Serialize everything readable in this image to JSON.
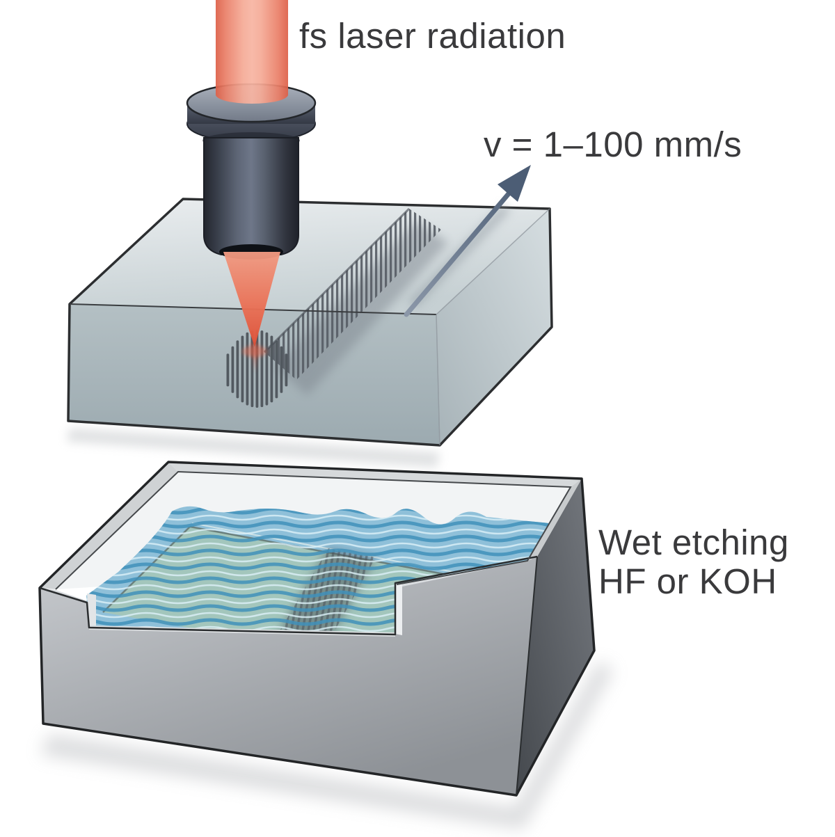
{
  "labels": {
    "laser_beam": "fs laser radiation",
    "scan_velocity": "v = 1–100 mm/s",
    "etching_line1": "Wet etching",
    "etching_line2": "HF or KOH"
  },
  "process": {
    "step1": {
      "name": "fs-laser-direct-writing",
      "caption": "fs laser radiation",
      "annotation": "v = 1–100 mm/s"
    },
    "step2": {
      "name": "wet-etching-bath",
      "caption_line1": "Wet etching",
      "caption_line2": "HF or KOH"
    }
  },
  "colors": {
    "laser_beam": "#e8664d",
    "laser_cone": "#e2573f",
    "lens_body": "#3f4450",
    "glass_block_top": "#dbe2e4",
    "glass_block_front": "#a9b6ba",
    "etchant": "#4190ba",
    "etchant_light": "#dcf0f8",
    "submerged_sample": "#a4c6ba",
    "tank_front": "#a8acb0",
    "tank_right": "#5c6065",
    "arrow": "#56677d",
    "text": "#3a3a3c",
    "laser_track": "#565c64"
  }
}
